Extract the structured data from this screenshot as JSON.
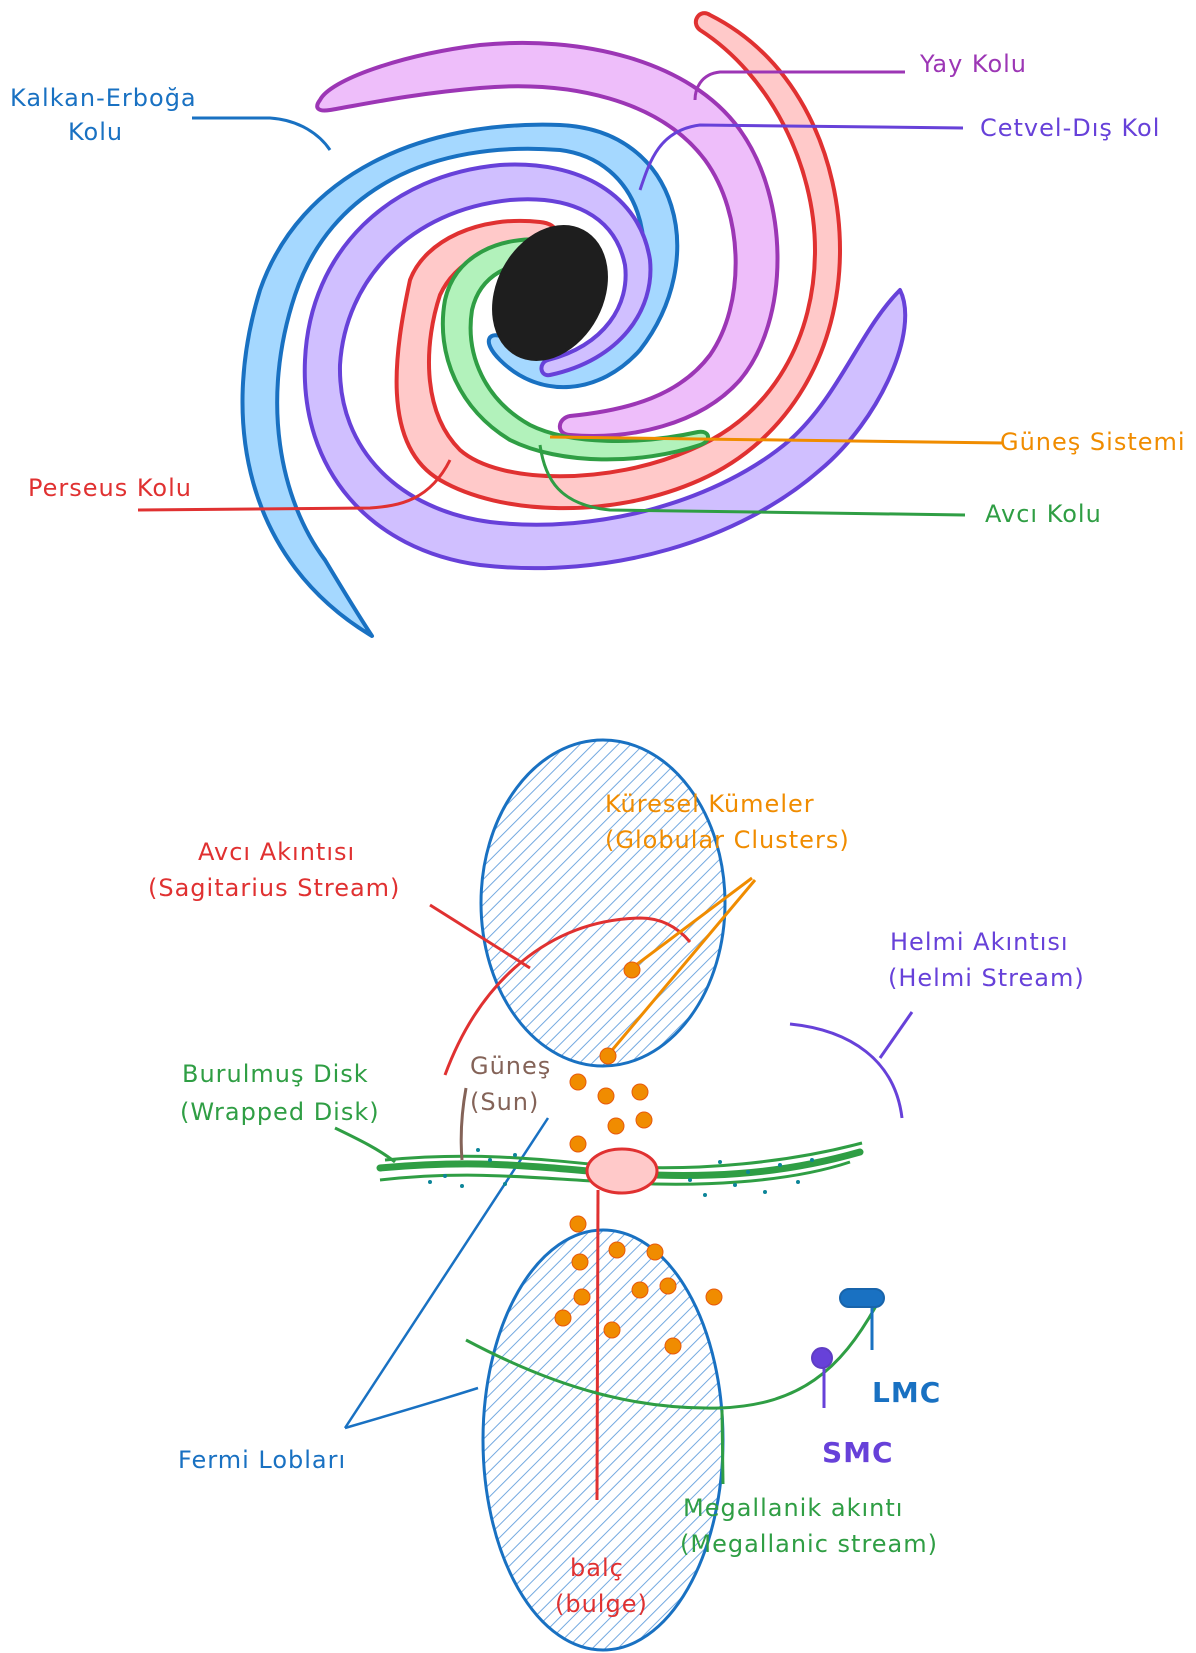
{
  "galaxy_top": {
    "labels": {
      "kalkan_line1": "Kalkan-Erboğa",
      "kalkan_line2": "Kolu",
      "yay": "Yay Kolu",
      "cetvel": "Cetvel-Dış Kol",
      "gunes_sistemi": "Güneş Sistemi",
      "perseus": "Perseus Kolu",
      "avci": "Avcı Kolu"
    }
  },
  "galaxy_side": {
    "labels": {
      "kuresel_line1": "Küresel Kümeler",
      "kuresel_line2": "(Globular Clusters)",
      "avci_akintisi_line1": "Avcı Akıntısı",
      "avci_akintisi_line2": "(Sagitarius Stream)",
      "helmi_line1": "Helmi Akıntısı",
      "helmi_line2": "(Helmi Stream)",
      "burulmus_line1": "Burulmuş Disk",
      "burulmus_line2": "(Wrapped Disk)",
      "gunes_line1": "Güneş",
      "gunes_line2": "(Sun)",
      "lmc": "LMC",
      "smc": "SMC",
      "fermi": "Fermi Lobları",
      "megallanik_line1": "Megallanik akıntı",
      "megallanik_line2": "(Megallanic stream)",
      "balc_line1": "balç",
      "balc_line2": "(bulge)"
    }
  },
  "colors": {
    "blue": "#1971c2",
    "light_blue": "#a5d8ff",
    "purple": "#6741d9",
    "light_purple": "#d0bfff",
    "violet": "#9c36b5",
    "light_violet": "#eebefa",
    "red": "#e03131",
    "light_red": "#ffc9c9",
    "green": "#2f9e44",
    "light_green": "#b2f2bb",
    "orange": "#f08c00",
    "brown": "#846358",
    "teal": "#0c8599"
  }
}
